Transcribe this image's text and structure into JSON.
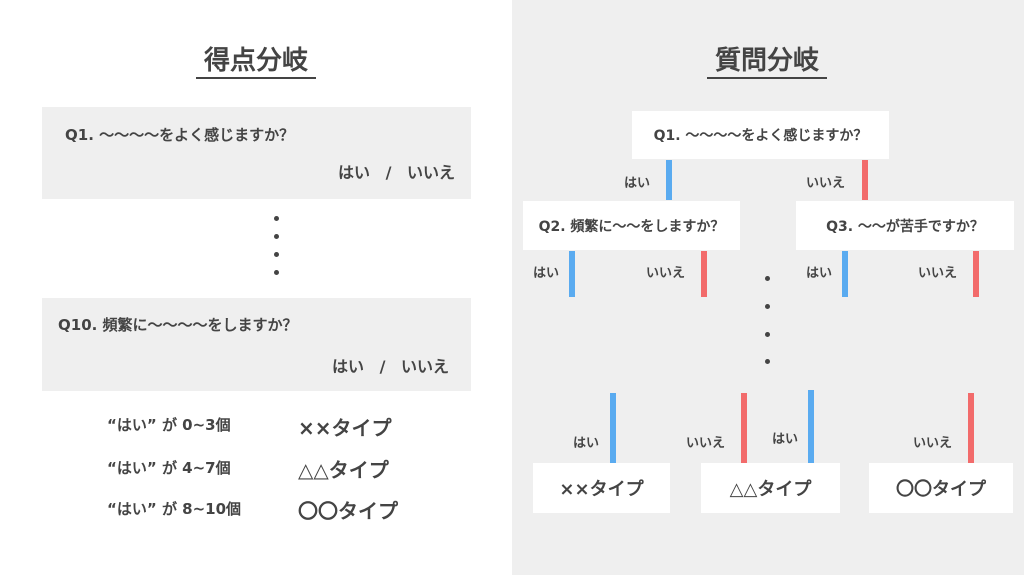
{
  "left": {
    "title": "得点分岐",
    "q1": {
      "text": "Q1. 〜〜〜〜をよく感じますか？",
      "answers": "はい / いいえ"
    },
    "q10": {
      "text": "Q10. 頻繁に〜〜〜〜をしますか？",
      "answers": "はい / いいえ"
    },
    "results": [
      {
        "condition": "“はい” が 0~3個",
        "type": "××タイプ"
      },
      {
        "condition": "“はい” が 4~7個",
        "type": "△△タイプ"
      },
      {
        "condition": "“はい” が 8~10個",
        "type": "〇〇タイプ"
      }
    ]
  },
  "right": {
    "title": "質問分岐",
    "q1": "Q1. 〜〜〜〜をよく感じますか？",
    "q2": "Q2. 頻繁に〜〜をしますか？",
    "q3": "Q3. 〜〜が苦手ですか？",
    "yes": "はい",
    "no": "いいえ",
    "results": [
      "××タイプ",
      "△△タイプ",
      "〇〇タイプ"
    ]
  },
  "colors": {
    "yes": "#5aabf0",
    "no": "#f26b6b"
  }
}
